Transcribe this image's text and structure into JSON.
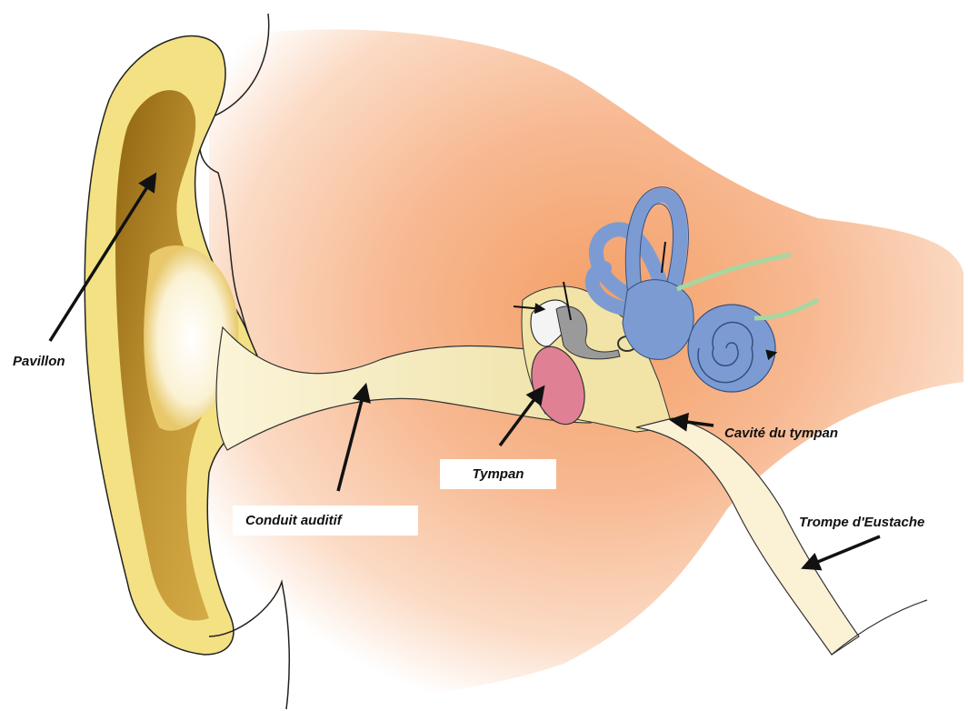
{
  "labels": {
    "pavillon": "Pavillon",
    "conduit": "Conduit auditif",
    "tympan": "Tympan",
    "cavite": "Cavité du tympan",
    "trompe": "Trompe d'Eustache"
  },
  "colors": {
    "tissue": "#f6b185",
    "pinna_outer": "#f2e07a",
    "pinna_inner": "#b98a1e",
    "canal": "#f4e7b6",
    "eardrum": "#e07f92",
    "inner_ear": "#7d9bd3",
    "nerve": "#a8d6a0"
  }
}
